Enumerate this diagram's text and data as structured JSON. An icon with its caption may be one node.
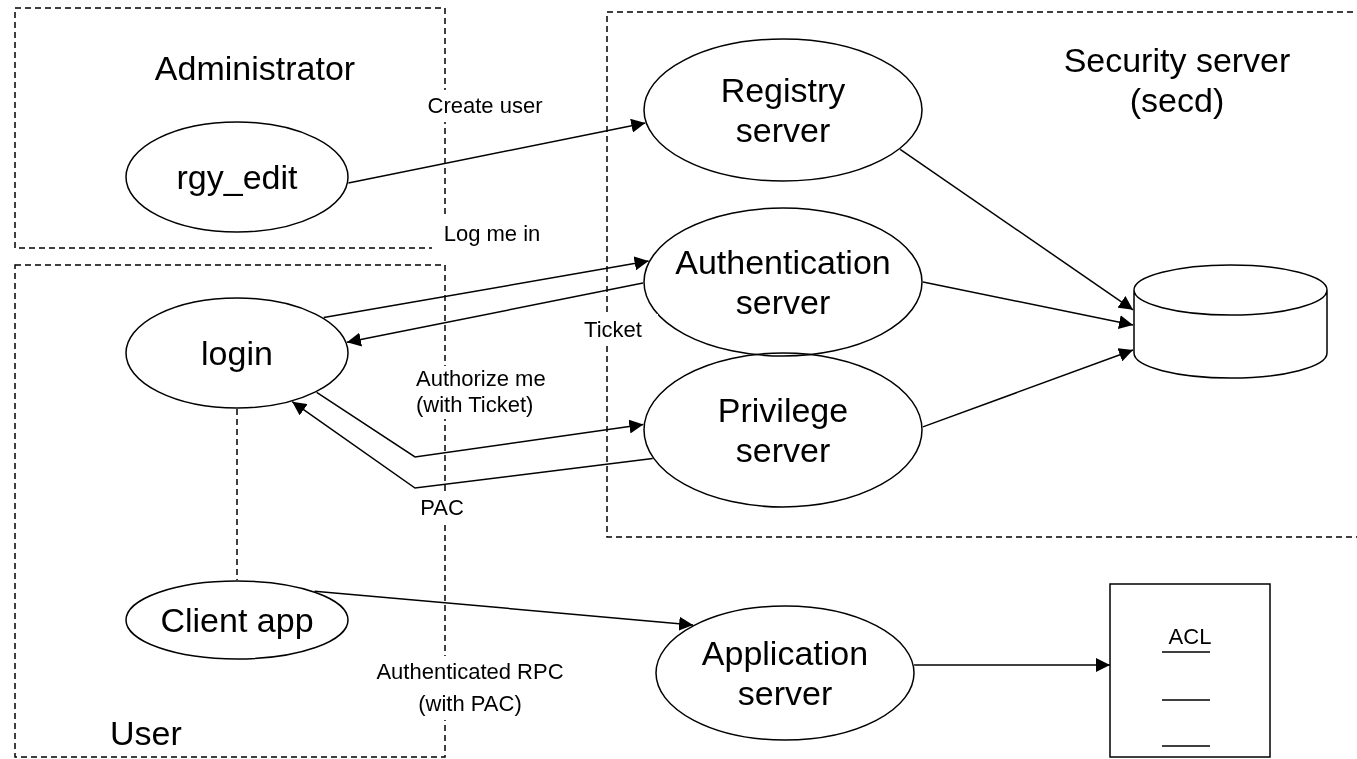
{
  "diagram": {
    "nodes": [
      {
        "text": [
          "Administrator"
        ]
      },
      {
        "text": [
          "rgy_edit"
        ],
        "in": 0
      },
      {
        "text": [
          "User"
        ]
      },
      {
        "text": [
          "login"
        ],
        "in": 2
      },
      {
        "text": [
          "Client app"
        ],
        "in": 2
      },
      {
        "text": [
          "Security server (secd)"
        ]
      },
      {
        "text": [
          "Registry server"
        ],
        "in": 5
      },
      {
        "text": [
          "Authentication server"
        ],
        "in": 5
      },
      {
        "text": [
          "Privilege server"
        ],
        "in": 5
      },
      {
        "text": [],
        "shape": "cylinder",
        "in": 5
      },
      {
        "text": [
          "Application server"
        ]
      },
      {
        "text": [
          "ACL"
        ]
      }
    ],
    "edges": [
      {
        "from": 1,
        "to": 6,
        "arrow": "to",
        "label": "Create user"
      },
      {
        "from": 3,
        "to": 7,
        "arrow": "to",
        "label": "Log me in"
      },
      {
        "from": 7,
        "to": 3,
        "arrow": "to",
        "label": "Ticket"
      },
      {
        "from": 3,
        "to": 8,
        "arrow": "to",
        "label": "Authorize me (with Ticket)"
      },
      {
        "from": 8,
        "to": 3,
        "arrow": "to",
        "label": "PAC"
      },
      {
        "from": 6,
        "to": 9,
        "arrow": "to"
      },
      {
        "from": 7,
        "to": 9,
        "arrow": "to"
      },
      {
        "from": 8,
        "to": 9,
        "arrow": "to"
      },
      {
        "from": 3,
        "to": 4,
        "arrow": "none",
        "style": "dashed"
      },
      {
        "from": 4,
        "to": 10,
        "arrow": "to",
        "label": "Authenticated RPC (with PAC)"
      },
      {
        "from": 10,
        "to": 11,
        "arrow": "to"
      }
    ]
  }
}
